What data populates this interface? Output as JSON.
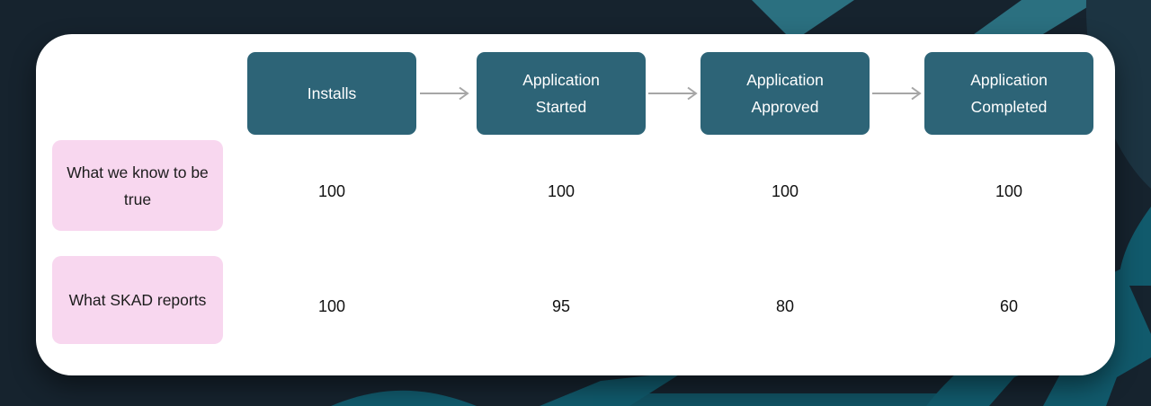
{
  "colors": {
    "bg": "#16232e",
    "card_bg": "#ffffff",
    "stage_box": "#2d6477",
    "stage_text": "#ffffff",
    "row_label_bg": "#f8d7ef",
    "row_label_text": "#1c1c1c",
    "value_text": "#121212",
    "arrow": "#a6a6a6",
    "deco_teal_bright": "#2b7080",
    "deco_teal_deep": "#115a6c",
    "deco_dark_petal": "#1c3442"
  },
  "flow": {
    "stages": [
      {
        "label": "Installs"
      },
      {
        "label": "Application Started"
      },
      {
        "label": "Application Approved"
      },
      {
        "label": "Application Completed"
      }
    ]
  },
  "rows": [
    {
      "label": "What we know to be true",
      "values": [
        "100",
        "100",
        "100",
        "100"
      ]
    },
    {
      "label": "What SKAD reports",
      "values": [
        "100",
        "95",
        "80",
        "60"
      ]
    }
  ],
  "chart_data": {
    "type": "table",
    "categories": [
      "Installs",
      "Application Started",
      "Application Approved",
      "Application Completed"
    ],
    "series": [
      {
        "name": "What we know to be true",
        "values": [
          100,
          100,
          100,
          100
        ]
      },
      {
        "name": "What SKAD reports",
        "values": [
          100,
          95,
          80,
          60
        ]
      }
    ],
    "title": ""
  }
}
